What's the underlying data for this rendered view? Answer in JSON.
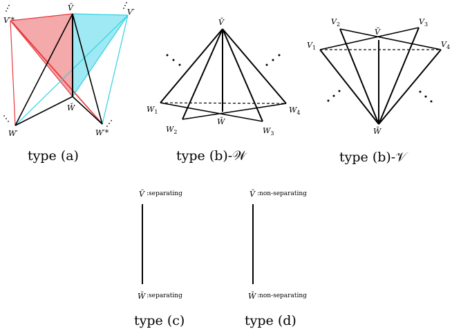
{
  "labels": {
    "vbar": "V̄",
    "wbar": "W̄",
    "vprime": "V′",
    "vprime_star": "V′*",
    "wprime": "W′",
    "wprime_star": "W′*",
    "v": "V",
    "w": "W",
    "s1": "1",
    "s2": "2",
    "s3": "3",
    "s4": "4"
  },
  "tags": {
    "separating": ":separating",
    "non_separating": ":non-separating"
  },
  "captions": {
    "a": "type (a)",
    "bw": "type (b)-𝒲",
    "bv": "type (b)-𝒱",
    "c": "type (c)",
    "d": "type (d)"
  },
  "colors": {
    "red": "#e8383d",
    "red_fill": "#f4a9ab",
    "cyan": "#30d0e0",
    "cyan_fill": "#9ee9f3",
    "line": "#000000"
  }
}
